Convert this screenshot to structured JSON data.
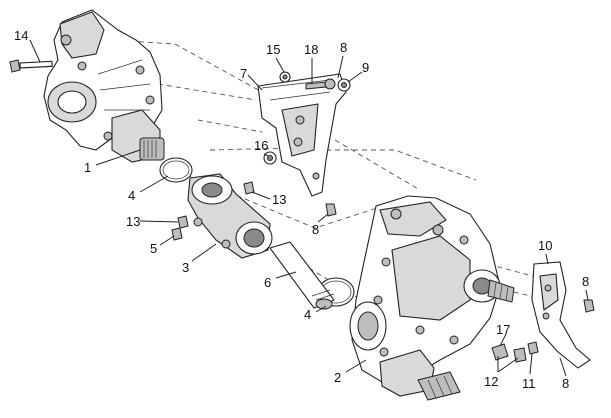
{
  "callouts": {
    "c1": "1",
    "c2": "2",
    "c3": "3",
    "c4a": "4",
    "c4b": "4",
    "c5": "5",
    "c6": "6",
    "c7": "7",
    "c8a": "8",
    "c8b": "8",
    "c8c": "8",
    "c8d": "8",
    "c9": "9",
    "c10": "10",
    "c11": "11",
    "c12": "12",
    "c13a": "13",
    "c13b": "13",
    "c14": "14",
    "c15": "15",
    "c16": "16",
    "c17": "17",
    "c18": "18"
  }
}
